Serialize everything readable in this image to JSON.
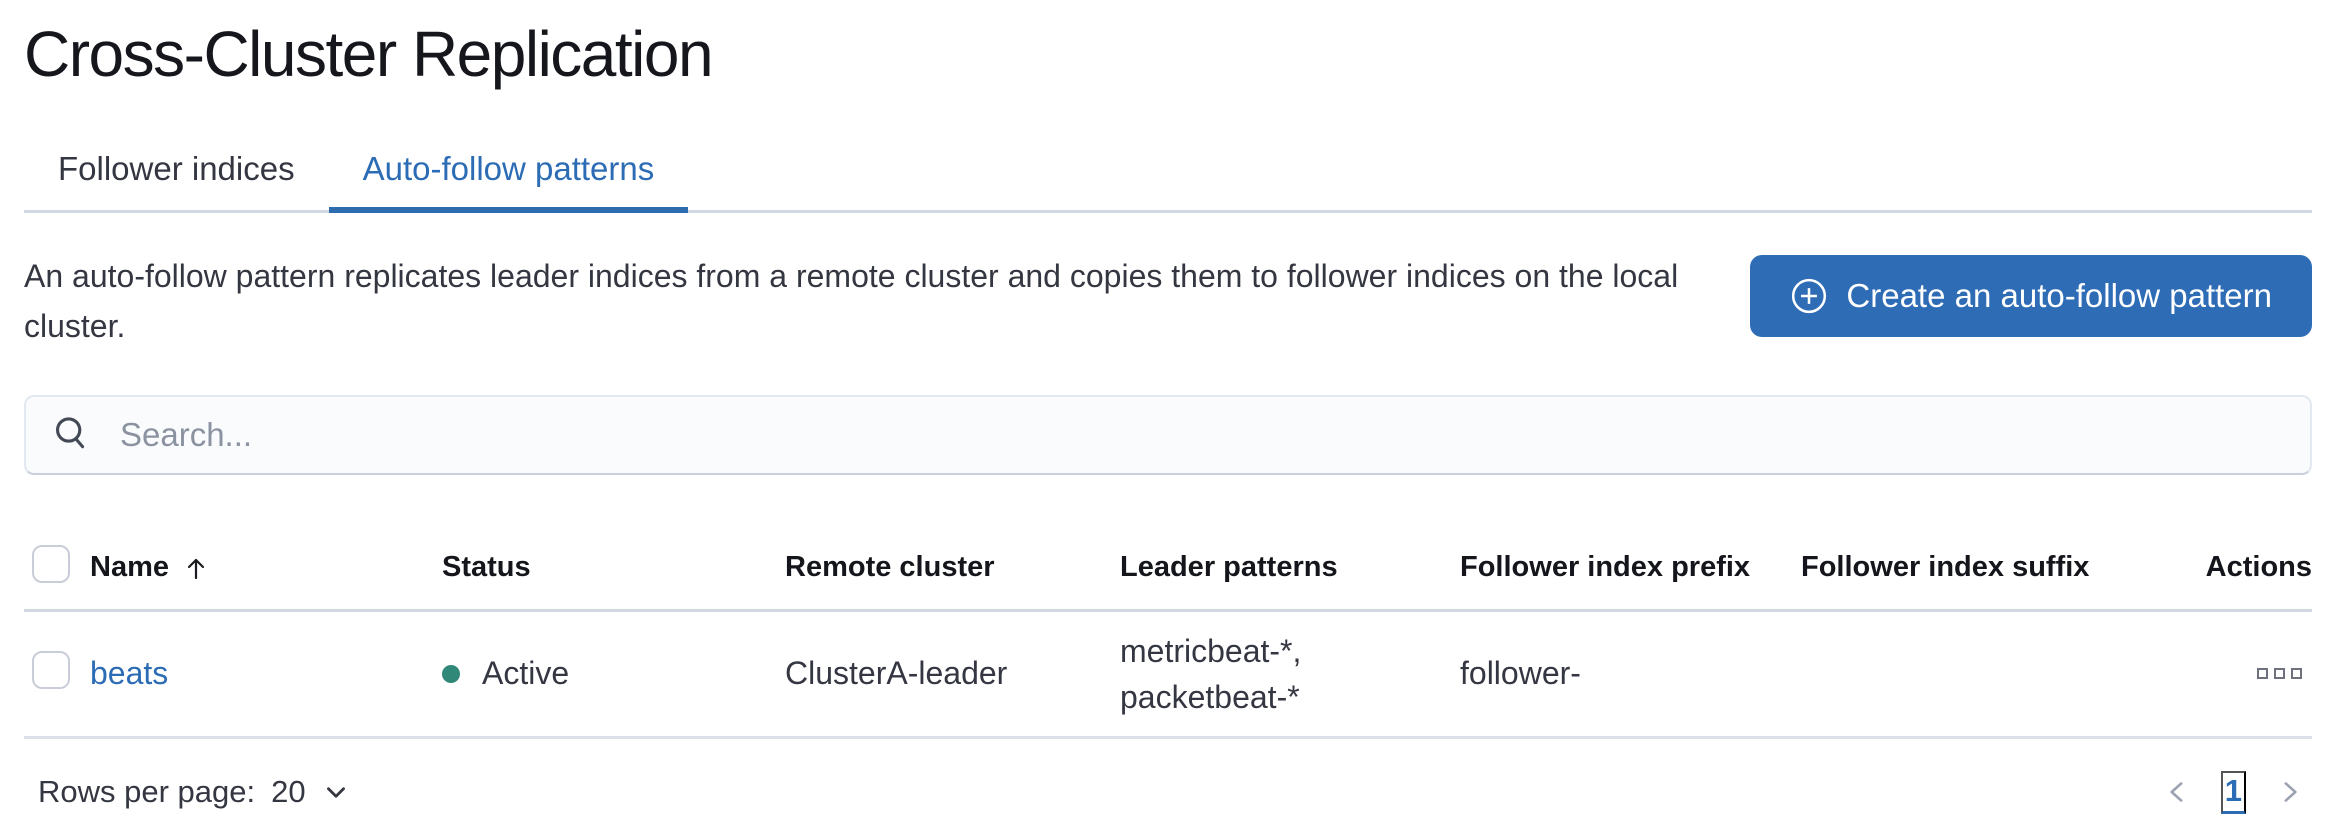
{
  "page_title": "Cross-Cluster Replication",
  "tabs": [
    {
      "label": "Follower indices",
      "active": false
    },
    {
      "label": "Auto-follow patterns",
      "active": true
    }
  ],
  "intro": {
    "description": "An auto-follow pattern replicates leader indices from a remote cluster and copies them to follower indices on the local cluster.",
    "create_button_label": "Create an auto-follow pattern",
    "create_button_icon": "plus-in-circle-icon"
  },
  "search": {
    "placeholder": "Search...",
    "value": "",
    "icon": "search-icon"
  },
  "table": {
    "select_all_checkbox_checked": false,
    "columns": [
      "Name",
      "Status",
      "Remote cluster",
      "Leader patterns",
      "Follower index prefix",
      "Follower index suffix",
      "Actions"
    ],
    "sort": {
      "column": "Name",
      "direction": "ascending",
      "icon": "sort-ascending-arrow-icon"
    },
    "rows": [
      {
        "selected": false,
        "name": "beats",
        "status": {
          "label": "Active",
          "dot_color": "#2f8878"
        },
        "remote_cluster": "ClusterA-leader",
        "leader_patterns": [
          "metricbeat-*,",
          "packetbeat-*"
        ],
        "follower_index_prefix": "follower-",
        "follower_index_suffix": "",
        "actions_icon": "boxes-horizontal-icon"
      }
    ]
  },
  "footer": {
    "rows_per_page_label": "Rows per page:",
    "rows_per_page_value": "20",
    "pagination": {
      "current_page": "1",
      "prev_icon": "chevron-left-icon",
      "next_icon": "chevron-right-icon"
    }
  },
  "colors": {
    "accent_blue": "#2b6cb5",
    "button_blue": "#2e6cb5",
    "tab_underline": "#2e6cb0",
    "status_active_dot": "#2f8878",
    "divider": "#d3d9e3",
    "text_heading": "#16171d",
    "text_body": "#343741",
    "placeholder": "#8b92a0",
    "pagination_disabled": "#9aa2b1"
  }
}
